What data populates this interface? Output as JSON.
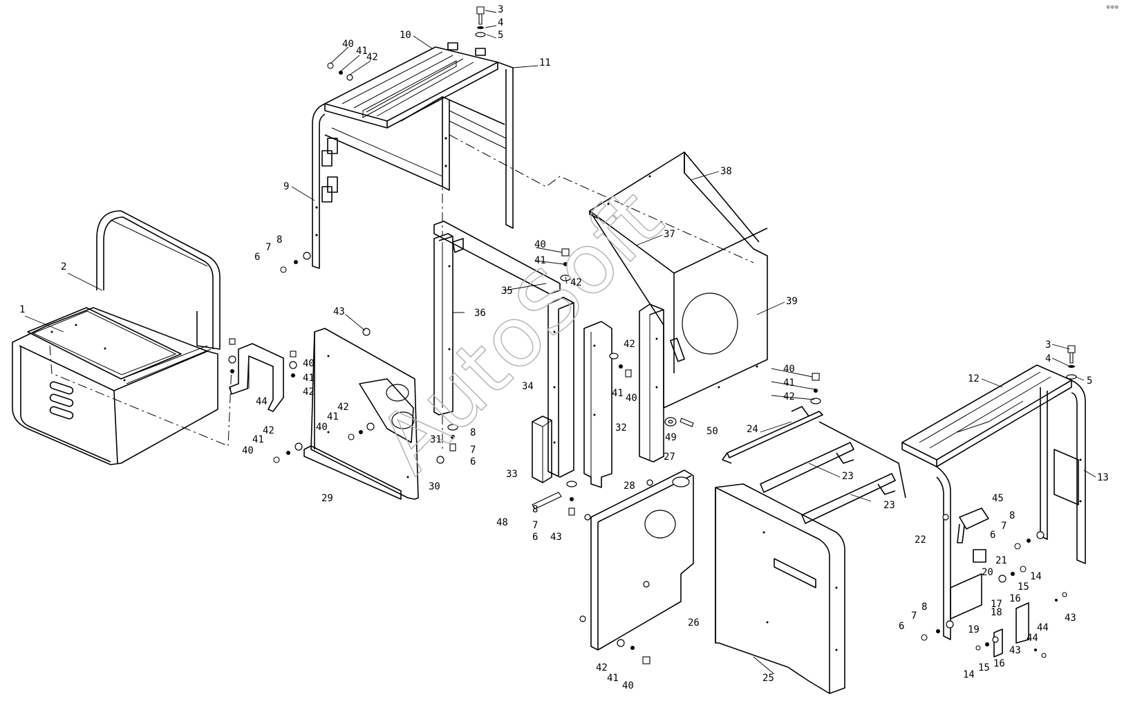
{
  "watermark": "AutoSoft",
  "callouts": [
    {
      "id": "c1",
      "text": "1"
    },
    {
      "id": "c2",
      "text": "2"
    },
    {
      "id": "c3a",
      "text": "3"
    },
    {
      "id": "c4a",
      "text": "4"
    },
    {
      "id": "c5a",
      "text": "5"
    },
    {
      "id": "c10",
      "text": "10"
    },
    {
      "id": "c11",
      "text": "11"
    },
    {
      "id": "c40a",
      "text": "40"
    },
    {
      "id": "c41a",
      "text": "41"
    },
    {
      "id": "c42a",
      "text": "42"
    },
    {
      "id": "c9",
      "text": "9"
    },
    {
      "id": "c8a",
      "text": "8"
    },
    {
      "id": "c7a",
      "text": "7"
    },
    {
      "id": "c6a",
      "text": "6"
    },
    {
      "id": "c44a",
      "text": "44"
    },
    {
      "id": "c40b",
      "text": "40"
    },
    {
      "id": "c41b",
      "text": "41"
    },
    {
      "id": "c42b",
      "text": "42"
    },
    {
      "id": "c42c",
      "text": "42"
    },
    {
      "id": "c41c",
      "text": "41"
    },
    {
      "id": "c40c",
      "text": "40"
    },
    {
      "id": "c43a",
      "text": "43"
    },
    {
      "id": "c42d",
      "text": "42"
    },
    {
      "id": "c41d",
      "text": "41"
    },
    {
      "id": "c40d",
      "text": "40"
    },
    {
      "id": "c31",
      "text": "31"
    },
    {
      "id": "c29",
      "text": "29"
    },
    {
      "id": "c30",
      "text": "30"
    },
    {
      "id": "c36",
      "text": "36"
    },
    {
      "id": "c35",
      "text": "35"
    },
    {
      "id": "c40e",
      "text": "40"
    },
    {
      "id": "c41e",
      "text": "41"
    },
    {
      "id": "c42e",
      "text": "42"
    },
    {
      "id": "c8b",
      "text": "8"
    },
    {
      "id": "c7b",
      "text": "7"
    },
    {
      "id": "c6b",
      "text": "6"
    },
    {
      "id": "c34",
      "text": "34"
    },
    {
      "id": "c33",
      "text": "33"
    },
    {
      "id": "c48",
      "text": "48"
    },
    {
      "id": "c8c",
      "text": "8"
    },
    {
      "id": "c7c",
      "text": "7"
    },
    {
      "id": "c6c",
      "text": "6"
    },
    {
      "id": "c43b",
      "text": "43"
    },
    {
      "id": "c42f",
      "text": "42"
    },
    {
      "id": "c41f",
      "text": "41"
    },
    {
      "id": "c40f",
      "text": "40"
    },
    {
      "id": "c28",
      "text": "28"
    },
    {
      "id": "c32",
      "text": "32"
    },
    {
      "id": "c37",
      "text": "37"
    },
    {
      "id": "c38",
      "text": "38"
    },
    {
      "id": "c39",
      "text": "39"
    },
    {
      "id": "c49",
      "text": "49"
    },
    {
      "id": "c50",
      "text": "50"
    },
    {
      "id": "c27",
      "text": "27"
    },
    {
      "id": "c26",
      "text": "26"
    },
    {
      "id": "c42g",
      "text": "42"
    },
    {
      "id": "c41g",
      "text": "41"
    },
    {
      "id": "c40g",
      "text": "40"
    },
    {
      "id": "c40h",
      "text": "40"
    },
    {
      "id": "c41h",
      "text": "41"
    },
    {
      "id": "c42h",
      "text": "42"
    },
    {
      "id": "c24",
      "text": "24"
    },
    {
      "id": "c23a",
      "text": "23"
    },
    {
      "id": "c23b",
      "text": "23"
    },
    {
      "id": "c25",
      "text": "25"
    },
    {
      "id": "c3b",
      "text": "3"
    },
    {
      "id": "c4b",
      "text": "4"
    },
    {
      "id": "c5b",
      "text": "5"
    },
    {
      "id": "c12",
      "text": "12"
    },
    {
      "id": "c13",
      "text": "13"
    },
    {
      "id": "c45",
      "text": "45"
    },
    {
      "id": "c22",
      "text": "22"
    },
    {
      "id": "c8d",
      "text": "8"
    },
    {
      "id": "c7d",
      "text": "7"
    },
    {
      "id": "c6d",
      "text": "6"
    },
    {
      "id": "c21",
      "text": "21"
    },
    {
      "id": "c20",
      "text": "20"
    },
    {
      "id": "c14a",
      "text": "14"
    },
    {
      "id": "c15a",
      "text": "15"
    },
    {
      "id": "c16a",
      "text": "16"
    },
    {
      "id": "c17",
      "text": "17"
    },
    {
      "id": "c18",
      "text": "18"
    },
    {
      "id": "c43c",
      "text": "43"
    },
    {
      "id": "c44b",
      "text": "44"
    },
    {
      "id": "c44c",
      "text": "44"
    },
    {
      "id": "c43d",
      "text": "43"
    },
    {
      "id": "c8e",
      "text": "8"
    },
    {
      "id": "c7e",
      "text": "7"
    },
    {
      "id": "c6e",
      "text": "6"
    },
    {
      "id": "c19",
      "text": "19"
    },
    {
      "id": "c14b",
      "text": "14"
    },
    {
      "id": "c15b",
      "text": "15"
    },
    {
      "id": "c16b",
      "text": "16"
    }
  ]
}
